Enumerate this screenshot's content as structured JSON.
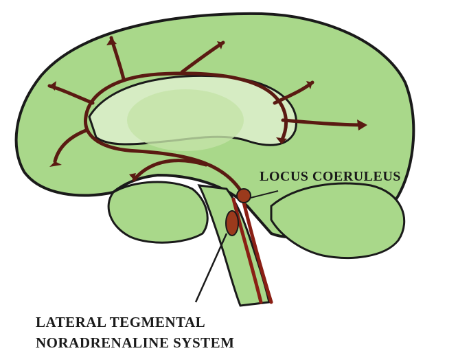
{
  "labels": {
    "locus_coeruleus": "LOCUS COERULEUS",
    "lateral_line1": "LATERAL TEGMENTAL",
    "lateral_line2": "NORADRENALINE SYSTEM"
  },
  "colors": {
    "brain_fill": "#a9d88a",
    "brain_light": "#d6ecc3",
    "outline": "#1a1a1a",
    "pathway": "#5a1a12",
    "pathway_red": "#8a1f14",
    "nucleus": "#9b3a1c"
  }
}
